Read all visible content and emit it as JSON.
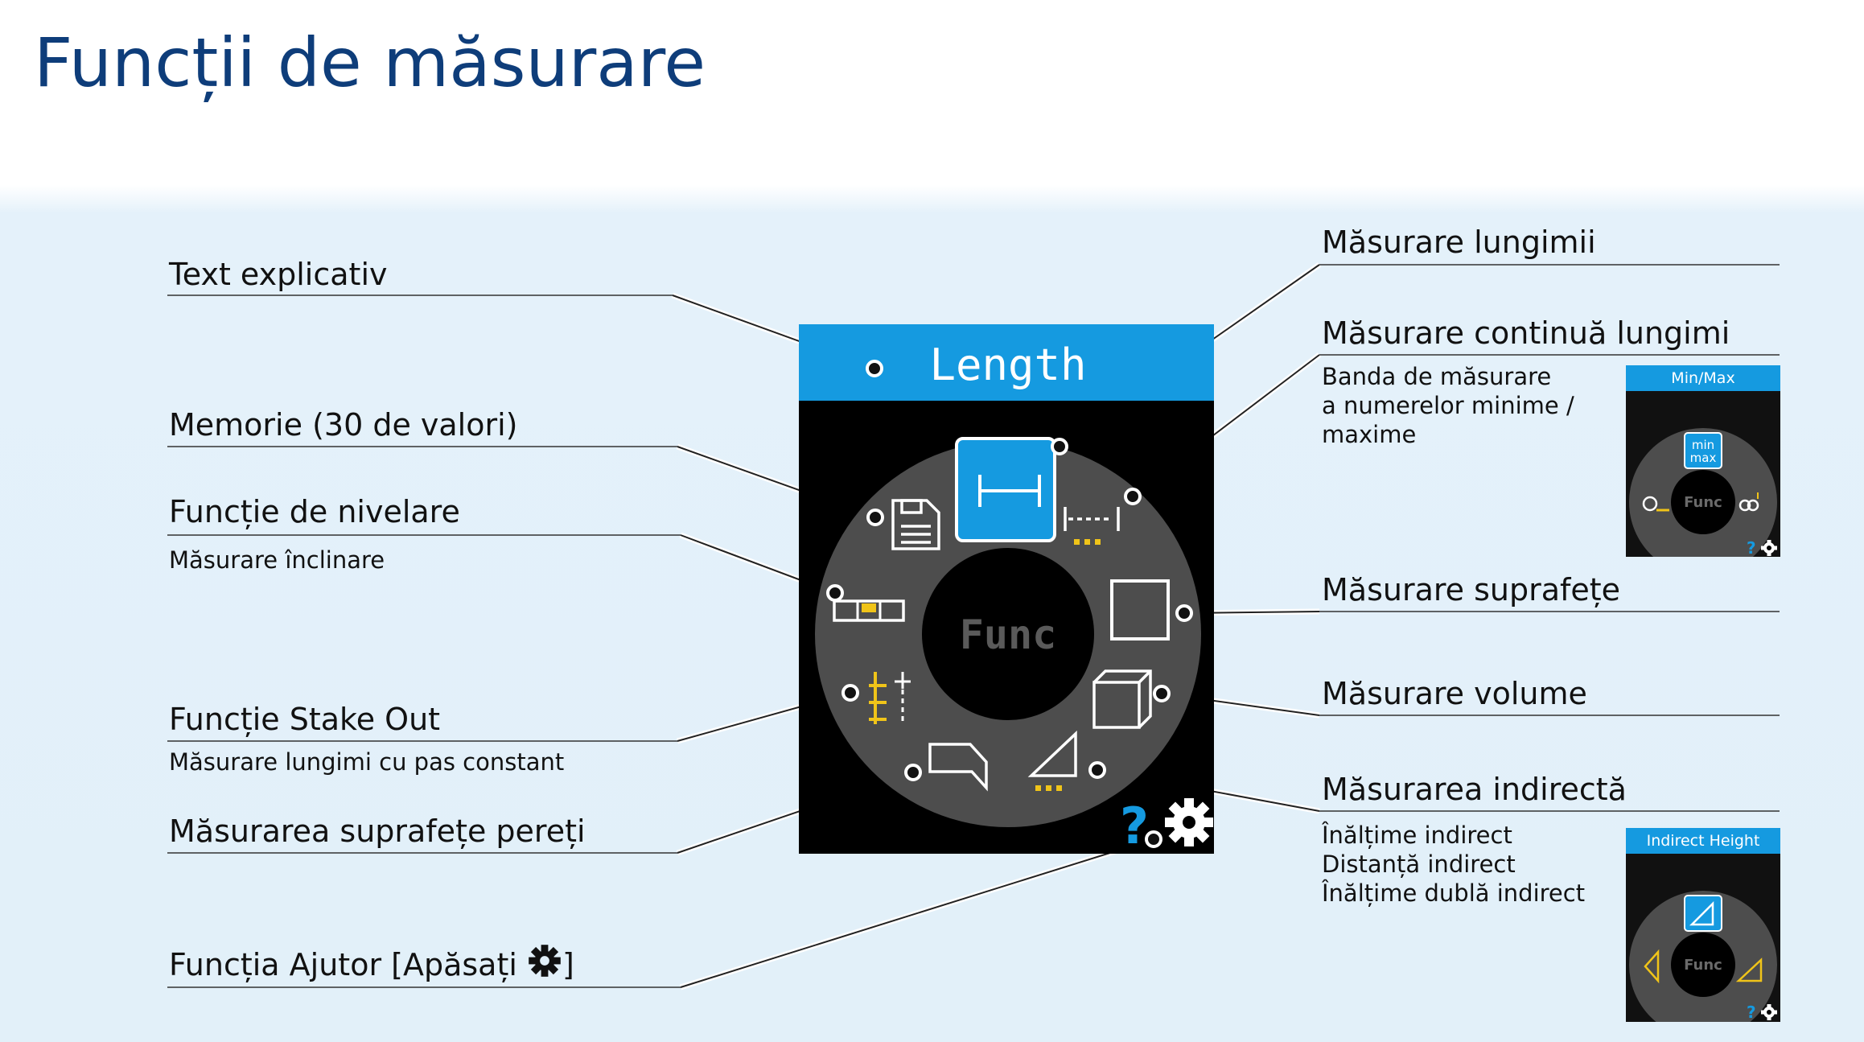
{
  "title": "Funcții de măsurare",
  "device": {
    "header": "Length",
    "center": "Func",
    "help_glyph": "?"
  },
  "left_labels": {
    "explanatory_text": "Text explicativ",
    "memory": "Memorie (30 de valori)",
    "leveling": "Funcție de nivelare",
    "leveling_sub": "Măsurare înclinare",
    "stake_out": "Funcție Stake Out",
    "stake_out_sub": "Măsurare lungimi cu pas constant",
    "wall_area": "Măsurarea suprafețe pereți",
    "help": "Funcția Ajutor [Apăsați",
    "help_end": "]"
  },
  "right_labels": {
    "length": "Măsurare lungimii",
    "continuous": "Măsurare continuă lungimi",
    "continuous_sub": [
      "Banda de măsurare",
      "a numerelor minime /",
      "maxime"
    ],
    "area": "Măsurare suprafețe",
    "volume": "Măsurare volume",
    "indirect": "Măsurarea indirectă",
    "indirect_sub": [
      "Înălțime indirect",
      "Distanță indirect",
      "Înălțime dublă indirect"
    ]
  },
  "thumbnails": {
    "minmax": {
      "header": "Min/Max",
      "icon_top": "min",
      "icon_bottom": "max",
      "center": "Func"
    },
    "indirect_height": {
      "header": "Indirect Height",
      "center": "Func"
    }
  },
  "colors": {
    "title": "#0e3d7a",
    "accent_blue": "#159ae0",
    "yellow": "#f0c419",
    "ring": "#4d4d4d",
    "panel_bg": "#e2f0f9"
  },
  "icons": [
    "save-icon",
    "length-icon",
    "continuous-length-icon",
    "level-icon",
    "area-icon",
    "stake-out-icon",
    "volume-icon",
    "wall-area-icon",
    "indirect-triangle-icon",
    "help-icon",
    "gear-icon"
  ]
}
